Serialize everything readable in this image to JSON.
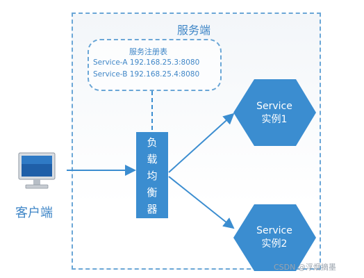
{
  "server": {
    "title": "服务端"
  },
  "registry": {
    "title": "服务注册表",
    "entries": [
      "Service-A 192.168.25.3:8080",
      "Service-B 192.168.25.4:8080"
    ]
  },
  "load_balancer": {
    "chars": [
      "负",
      "载",
      "均",
      "衡",
      "器"
    ]
  },
  "client": {
    "label": "客户端",
    "icon": "computer-monitor-icon"
  },
  "services": [
    {
      "line1": "Service",
      "line2": "实例1"
    },
    {
      "line1": "Service",
      "line2": "实例2"
    }
  ],
  "watermark": "CSDN @浮烟摘墨",
  "colors": {
    "accent": "#3b8dd0",
    "text": "#3f86c7",
    "dashed": "#6aa6d6"
  }
}
